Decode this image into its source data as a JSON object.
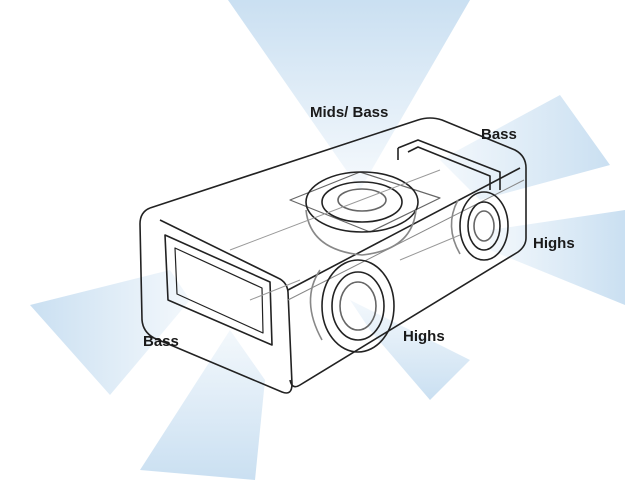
{
  "labels": {
    "top": "Mids/ Bass",
    "right_upper": "Bass",
    "right_lower": "Highs",
    "left": "Bass",
    "front": "Highs"
  },
  "colors": {
    "beam": "#c9e0f2",
    "outline": "#222222",
    "ghost": "#8a8a8a"
  }
}
